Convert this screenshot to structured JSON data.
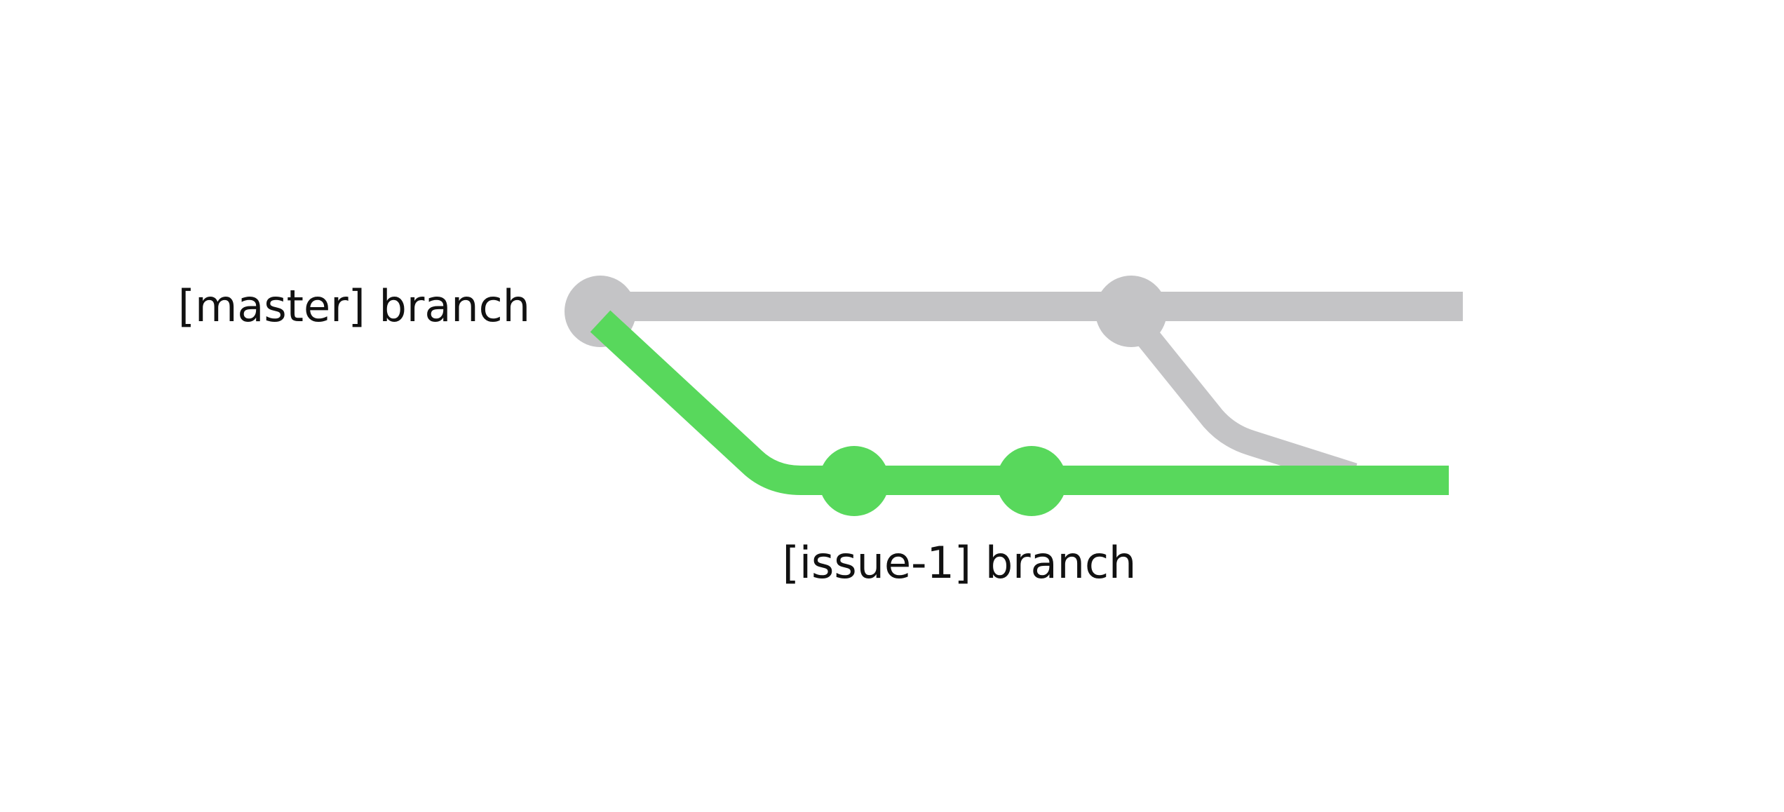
{
  "diagram": {
    "branches": [
      {
        "id": "master",
        "label": "[master] branch",
        "color": "#c4c4c6"
      },
      {
        "id": "issue-1",
        "label": "[issue-1] branch",
        "color": "#58d85c"
      }
    ],
    "commits": [
      {
        "id": "m1",
        "branch": "master"
      },
      {
        "id": "m2",
        "branch": "master"
      },
      {
        "id": "i1",
        "branch": "issue-1"
      },
      {
        "id": "i2",
        "branch": "issue-1"
      }
    ],
    "edges": [
      {
        "from": "m1",
        "to": "m2",
        "branch": "master"
      },
      {
        "from": "m2",
        "to": "issue-1",
        "branch": "master",
        "kind": "merge"
      },
      {
        "from": "m1",
        "to": "i1",
        "branch": "issue-1",
        "kind": "branch-off"
      },
      {
        "from": "i1",
        "to": "i2",
        "branch": "issue-1"
      }
    ]
  }
}
